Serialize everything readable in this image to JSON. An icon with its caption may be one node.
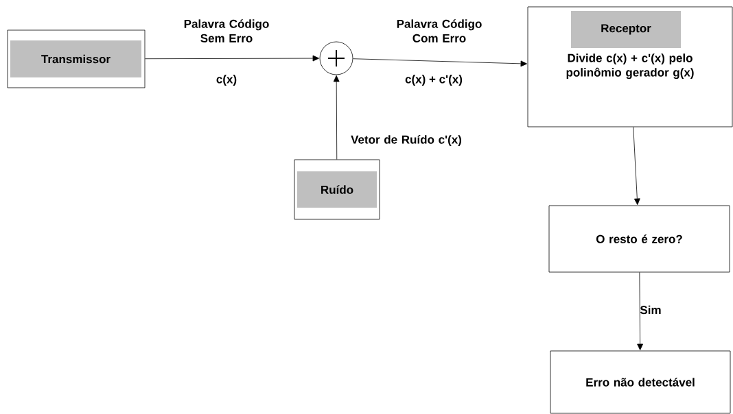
{
  "diagram": {
    "nodes": [
      {
        "text": [
          "Transmissor"
        ]
      },
      {
        "text": [],
        "shape": "circle"
      },
      {
        "text": [
          "Ruído"
        ]
      },
      {
        "text": [
          "Receptor",
          "Divide  c(x) + c'(x) pelo polinômio gerador g(x)"
        ]
      },
      {
        "text": [
          "O resto é zero?"
        ]
      },
      {
        "text": [
          "Erro não detectável"
        ]
      }
    ],
    "edges": [
      {
        "from": 0,
        "to": 1,
        "arrow": "to",
        "label": "Palavra Código Sem Erro"
      },
      {
        "from": 1,
        "to": 3,
        "arrow": "to",
        "label": "Palavra Código Com Erro"
      },
      {
        "from": 2,
        "to": 1,
        "arrow": "to",
        "label": "Vetor de Ruído c'(x)"
      },
      {
        "from": 3,
        "to": 4,
        "arrow": "to"
      },
      {
        "from": 4,
        "to": 5,
        "arrow": "to",
        "label": "Sim"
      }
    ],
    "labels": [
      "c(x)",
      "c(x) + c'(x)"
    ]
  }
}
